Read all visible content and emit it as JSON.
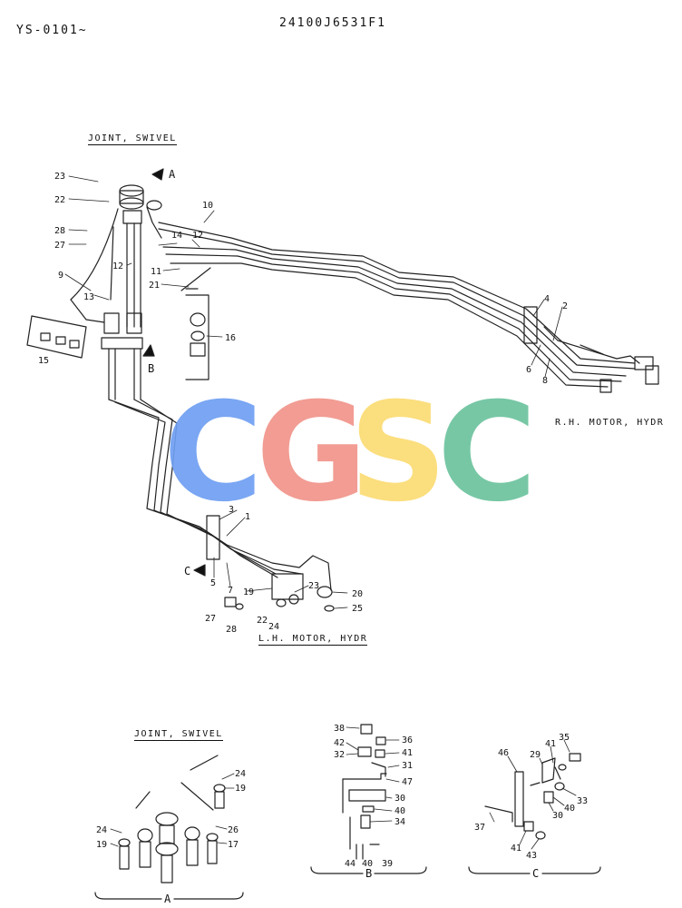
{
  "header": {
    "serial_range": "YS-0101~",
    "part_number": "24100J6531F1"
  },
  "main_diagram": {
    "caption_top": "JOINT, SWIVEL",
    "caption_right": "R.H. MOTOR, HYDR",
    "caption_bottom": "L.H. MOTOR, HYDR",
    "view_markers": [
      "A",
      "B",
      "C"
    ]
  },
  "callouts": {
    "main": [
      "23",
      "22",
      "28",
      "27",
      "9",
      "13",
      "15",
      "10",
      "14",
      "12",
      "12",
      "11",
      "21",
      "16",
      "4",
      "2",
      "6",
      "8",
      "3",
      "1",
      "5",
      "7",
      "19",
      "23",
      "20",
      "25",
      "27",
      "28",
      "22",
      "24"
    ],
    "detail_a": [
      "24",
      "19",
      "24",
      "19",
      "26",
      "17"
    ],
    "detail_b": [
      "38",
      "36",
      "42",
      "32",
      "41",
      "31",
      "47",
      "30",
      "40",
      "34",
      "44",
      "40",
      "39"
    ],
    "detail_c": [
      "46",
      "35",
      "41",
      "29",
      "33",
      "40",
      "30",
      "37",
      "41",
      "43"
    ]
  },
  "details": {
    "a": {
      "caption": "JOINT, SWIVEL",
      "label": "A"
    },
    "b": {
      "label": "B"
    },
    "c": {
      "label": "C"
    }
  },
  "watermark": {
    "letters": [
      "C",
      "G",
      "S",
      "C"
    ],
    "colors": [
      "#6f9ff2",
      "#f1948a",
      "#fbdc72",
      "#6cc39e"
    ]
  }
}
